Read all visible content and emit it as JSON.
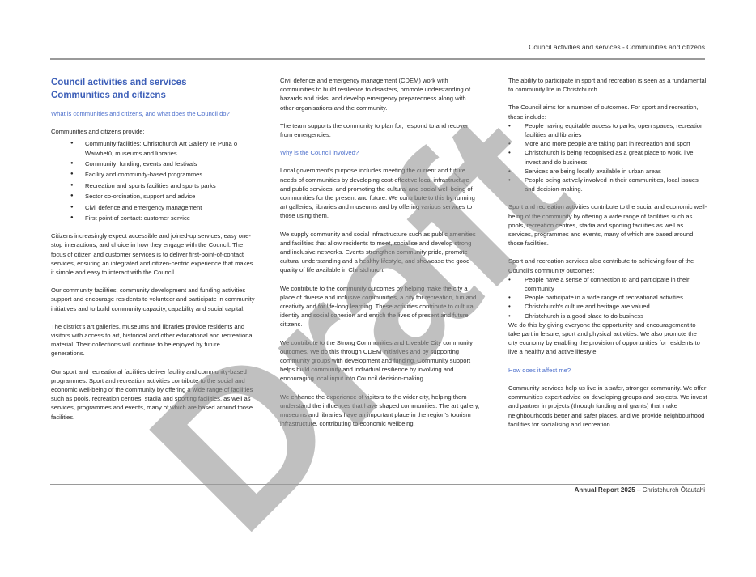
{
  "header": {
    "running_title": "Council activities and services - Communities and citizens"
  },
  "footer": {
    "report_bold": "Annual Report 2025",
    "report_rest": " – Christchurch Ōtautahi"
  },
  "watermark": "Draft",
  "column1": {
    "title_line1": "Council activities and services",
    "title_line2": "Communities and citizens",
    "subheading": "What is communities and citizens, and what does the Council do?",
    "intro": "Communities and citizens provide:",
    "bullets": [
      "Community facilities: Christchurch Art Gallery Te Puna o Waiwhetū, museums and libraries",
      "Community: funding, events and festivals",
      "Facility and community-based programmes",
      "Recreation and sports facilities and sports parks",
      "Sector co-ordination, support and advice",
      "Civil defence and emergency management",
      "First point of contact: customer service"
    ],
    "paragraphs": [
      "Citizens increasingly expect accessible and joined-up services, easy one-stop interactions, and choice in how they engage with the Council.  The focus of citizen and customer services is to deliver first-point-of-contact services, ensuring an integrated and citizen-centric experience that makes it simple and easy to interact with the Council.",
      "Our community facilities, community development and funding activities support and encourage residents to volunteer and participate in community initiatives and to build community capacity, capability and social capital.",
      "The district's art galleries, museums and libraries provide residents and visitors with access to art, historical and other educational and recreational material. Their collections will continue to be enjoyed by future generations.",
      "Our sport and recreational facilities deliver facility and community-based programmes. Sport and recreation activities contribute to the social and economic well-being of the community by offering a wide range of facilities such as pools, recreation centres, stadia and sporting facilities, as well as services, programmes and events, many of which are based around those facilities."
    ]
  },
  "column2": {
    "paragraphs_top": [
      "Civil defence and emergency management (CDEM) work with communities to build resilience to disasters, promote understanding of hazards and risks, and develop emergency preparedness along with other organisations and the community.",
      "The team supports the community to plan for, respond to and recover from emergencies."
    ],
    "subheading": "Why is the Council involved?",
    "paragraphs": [
      "Local government's purpose includes meeting the current and future needs of communities by developing cost-effective local infrastructure and public services, and promoting the cultural and social well-being of communities for the present and future. We contribute to this by running art galleries, libraries and museums and by offering various services to those using them.",
      "We supply community and social infrastructure such as public amenities and facilities that allow residents to meet, socialise and develop strong and inclusive networks. Events strengthen community pride, promote cultural understanding and a healthy lifestyle, and showcase the good quality of life available in Christchurch.",
      "We contribute to the community outcomes by helping make the city a place of diverse and inclusive communities, a city for recreation, fun and creativity and for life-long learning. These activities contribute to cultural identity and social cohesion and enrich the lives of present and future citizens.",
      "We contribute to the Strong Communities and Liveable City community outcomes. We do this through CDEM initiatives and by supporting community groups with development and funding. Community support helps build community and individual resilience by involving and encouraging local input into Council decision-making.",
      "We enhance the experience of visitors to the wider city, helping them understand the influences that have shaped communities. The art gallery, museums and libraries have an important place in the region's tourism infrastructure, contributing to economic wellbeing."
    ]
  },
  "column3": {
    "p1": "The ability to participate in sport and recreation is seen as a fundamental to community life in Christchurch.",
    "p2": "The Council aims for a number of outcomes. For sport and recreation, these include:",
    "bullets1": [
      "People having equitable access to parks, open spaces, recreation facilities and libraries",
      "More and more people are taking part in recreation and sport",
      "Christchurch is being recognised as a great place to work, live, invest and do business",
      "Services are being locally available in urban areas",
      "People being actively involved in their communities, local issues and decision-making."
    ],
    "p3": "Sport and recreation activities contribute to the social and economic well-being of the community by offering a wide range of facilities such as pools, recreation centres, stadia and sporting facilities as well as services, programmes and events, many of which are based around those facilities.",
    "p4": "Sport and recreation services also contribute to achieving four of the Council's community outcomes:",
    "bullets2": [
      "People have a sense of connection to and participate in their community",
      "People participate in a wide range of recreational activities",
      "Christchurch's culture and heritage are valued",
      "Christchurch is a good place to do business"
    ],
    "p5": "We do this by giving everyone the opportunity and encouragement to take part in leisure, sport and physical activities. We also promote the city economy by enabling the provision of opportunities for residents to live a healthy and active lifestyle.",
    "subheading": "How does it affect me?",
    "p6": "Community services help us live in a safer, stronger community. We offer communities expert advice on developing groups and projects. We invest and partner in projects (through funding and grants) that make neighbourhoods better and safer places, and we provide neighbourhood facilities for socialising and recreation."
  }
}
